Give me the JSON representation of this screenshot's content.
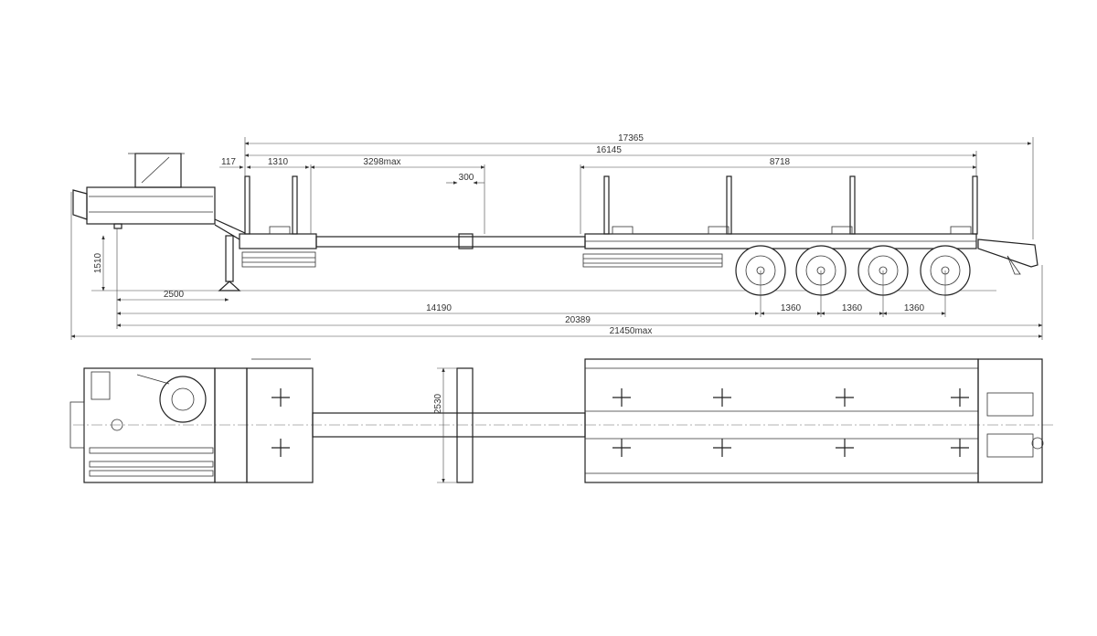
{
  "drawing": {
    "title": "Timber semi-trailer general arrangement",
    "side_view": {
      "dimensions": {
        "overall_deck": "17365",
        "deck_length": "16145",
        "front_offset": "117",
        "front_stake_spacing": "1310",
        "extension": "3298max",
        "crossmember": "300",
        "rear_bunk_span": "8718",
        "fifth_wheel_height": "1510",
        "kingpin_to_leg": "2500",
        "kingpin_to_first_axle": "14190",
        "axle_spacing_1": "1360",
        "axle_spacing_2": "1360",
        "axle_spacing_3": "1360",
        "kingpin_to_rear": "20389",
        "overall_length": "21450max"
      }
    },
    "top_view": {
      "dimensions": {
        "overall_width": "2530"
      }
    }
  }
}
